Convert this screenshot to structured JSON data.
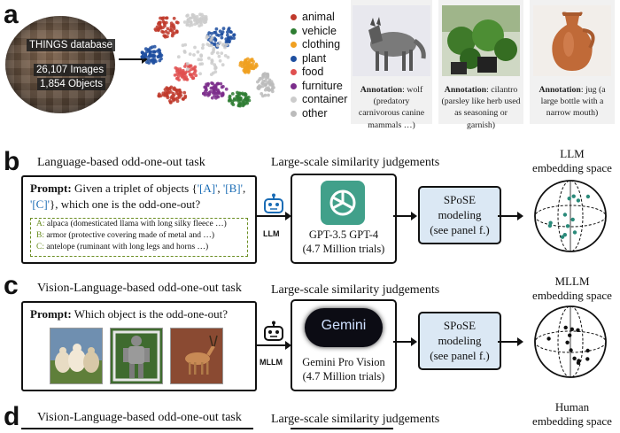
{
  "panel_a": {
    "letter": "a",
    "database": {
      "name": "THINGS database",
      "images": "26,107 Images",
      "objects": "1,854 Objects"
    },
    "legend": [
      {
        "label": "animal",
        "color": "#c0392b"
      },
      {
        "label": "vehicle",
        "color": "#2e7d32"
      },
      {
        "label": "clothing",
        "color": "#f0a020"
      },
      {
        "label": "plant",
        "color": "#1e4fa0"
      },
      {
        "label": "food",
        "color": "#e05050"
      },
      {
        "label": "furniture",
        "color": "#7b2d8b"
      },
      {
        "label": "container",
        "color": "#cccccc"
      },
      {
        "label": "other",
        "color": "#bbbbbb"
      }
    ],
    "annotations": [
      {
        "head": "Annotation",
        "text": ": wolf (predatory carnivorous canine mammals …)"
      },
      {
        "head": "Annotation",
        "text": ": cilantro (parsley like herb used as seasoning or garnish)"
      },
      {
        "head": "Annotation",
        "text": ": jug (a large bottle with a narrow mouth)"
      }
    ]
  },
  "panel_b": {
    "letter": "b",
    "task_title": "Language-based odd-one-out task",
    "prompt_head": "Prompt:",
    "prompt_text_1": " Given a triplet of objects {",
    "tok_a": "'[A]'",
    "sep1": ", ",
    "tok_b": "'[B]'",
    "sep2": ",",
    "tok_c": "'[C]'",
    "prompt_text_2": "}, which one is the odd-one-out?",
    "choices": [
      {
        "key": "A:",
        "text": " alpaca (domesticated llama with long silky fleece …)"
      },
      {
        "key": "B:",
        "text": " armor (protective covering made of metal and …)"
      },
      {
        "key": "C:",
        "text": " antelope (ruminant with long legs and horns …)"
      }
    ],
    "agent_label": "LLM",
    "judgement_title": "Large-scale similarity judgements",
    "models": "GPT-3.5    GPT-4",
    "trials": "(4.7 Million trials)",
    "spose_1": "SPoSE",
    "spose_2": "modeling",
    "spose_3": "(see panel f.)",
    "space_1": "LLM",
    "space_2": "embedding space"
  },
  "panel_c": {
    "letter": "c",
    "task_title": "Vision-Language-based odd-one-out task",
    "prompt_head": "Prompt:",
    "prompt_text": " Which object is the odd-one-out?",
    "agent_label": "MLLM",
    "judgement_title": "Large-scale similarity judgements",
    "logo_text": "Gemini",
    "models": "Gemini  Pro Vision",
    "trials": "(4.7 Million trials)",
    "spose_1": "SPoSE",
    "spose_2": "modeling",
    "spose_3": "(see panel f.)",
    "space_1": "MLLM",
    "space_2": "embedding space"
  },
  "panel_d": {
    "letter": "d",
    "task_title": "Vision-Language-based odd-one-out task",
    "judgement_title": "Large-scale similarity judgements",
    "space_1": "Human",
    "space_2": "embedding space"
  }
}
